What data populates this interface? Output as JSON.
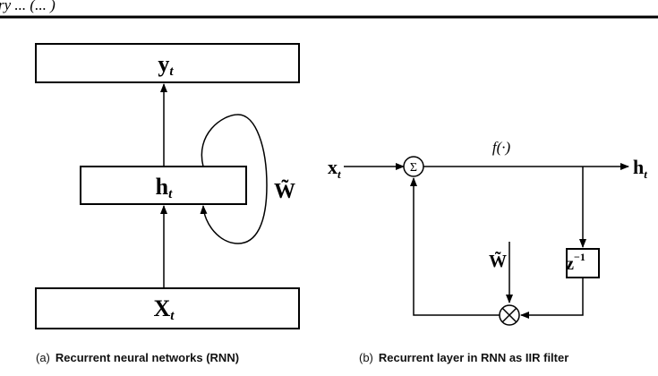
{
  "header": {
    "fragment": "ry ... (... )"
  },
  "panel_a": {
    "top_box": {
      "symbol": "y",
      "subscript": "t"
    },
    "middle_box": {
      "symbol": "h",
      "subscript": "t"
    },
    "bottom_box": {
      "symbol": "X",
      "subscript": "t"
    },
    "loop_weight": "W̃",
    "caption": {
      "tag": "(a)",
      "text": "Recurrent neural networks (RNN)"
    }
  },
  "panel_b": {
    "input": {
      "symbol": "x",
      "subscript": "t"
    },
    "sum_node": "Σ",
    "function_label": "f(·)",
    "output": {
      "symbol": "h",
      "subscript": "t"
    },
    "delay": {
      "symbol": "z",
      "superscript": "−1"
    },
    "weight": "W̃",
    "multiply_node": "⊗",
    "caption": {
      "tag": "(b)",
      "text": "Recurrent layer in RNN as IIR filter"
    }
  },
  "colors": {
    "stroke": "#000000",
    "background": "#ffffff"
  }
}
